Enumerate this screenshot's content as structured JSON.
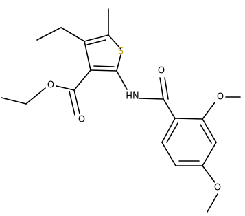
{
  "structure": {
    "type": "skeletal-formula",
    "bond_color": "#000000",
    "labels": {
      "sulfur": "S",
      "amide_nh": "HN",
      "amide_o": "O",
      "ester_carbonyl_o": "O",
      "ester_alkoxy_o": "O",
      "methoxy_2_o": "O",
      "methoxy_4_o": "O"
    },
    "atom_colors": {
      "sulfur": "#c8a000"
    }
  }
}
